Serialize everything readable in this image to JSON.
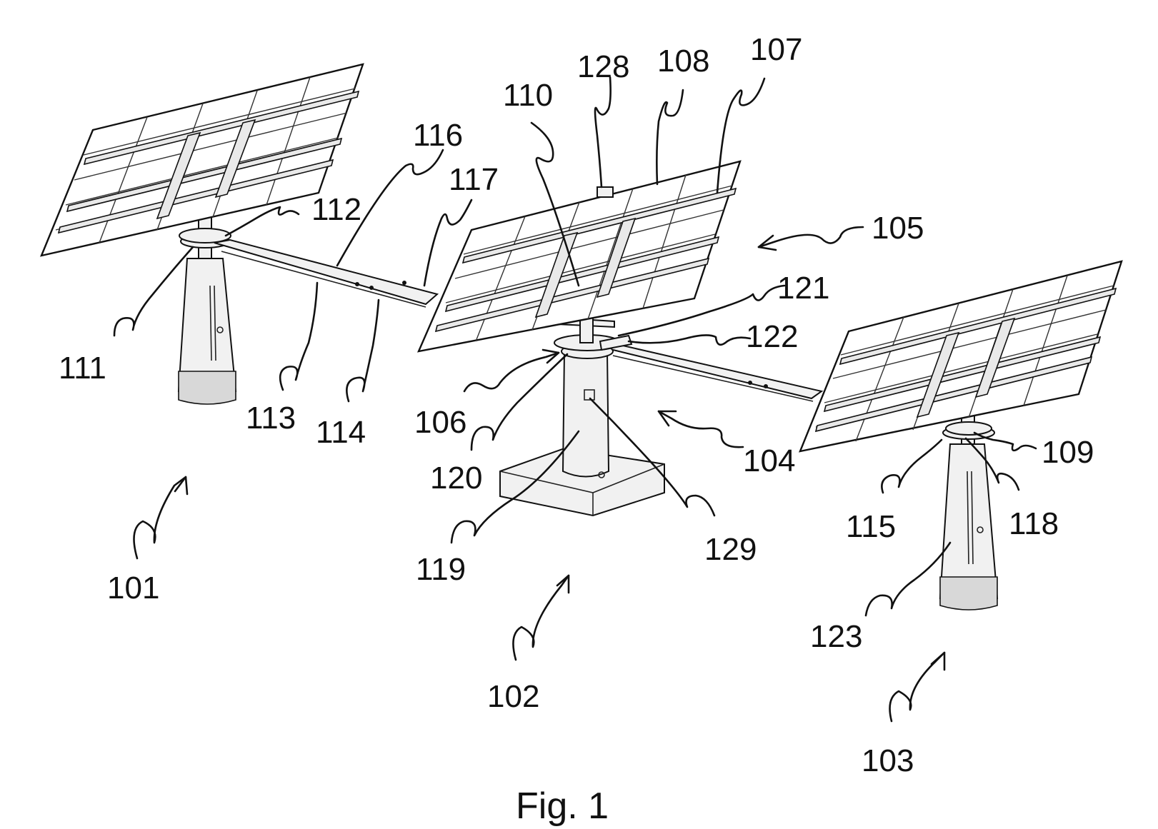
{
  "figure": {
    "caption": "Fig. 1"
  },
  "labels": {
    "l101": "101",
    "l102": "102",
    "l103": "103",
    "l104": "104",
    "l105": "105",
    "l106": "106",
    "l107": "107",
    "l108": "108",
    "l109": "109",
    "l110": "110",
    "l111": "111",
    "l112": "112",
    "l113": "113",
    "l114": "114",
    "l115": "115",
    "l116": "116",
    "l117": "117",
    "l118": "118",
    "l119": "119",
    "l120": "120",
    "l121": "121",
    "l122": "122",
    "l123": "123",
    "l128": "128",
    "l129": "129"
  }
}
